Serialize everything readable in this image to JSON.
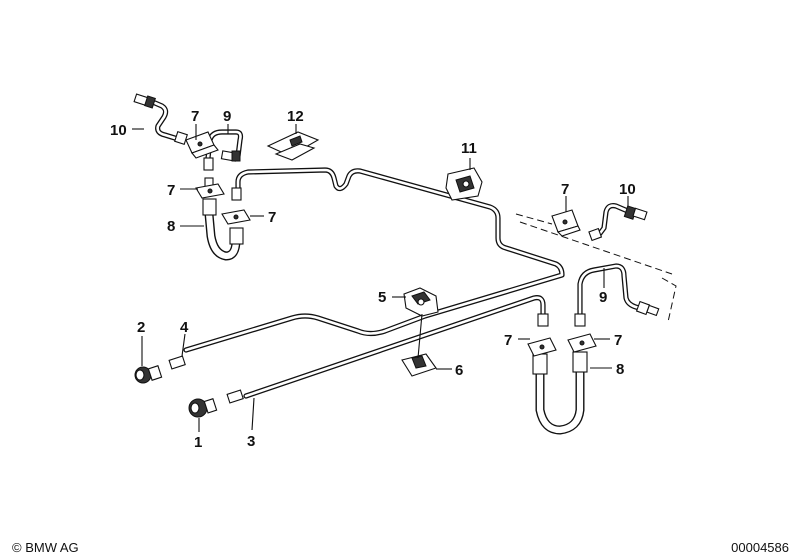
{
  "footer": {
    "copyright": "© BMW AG",
    "document_number": "00004586"
  },
  "callouts": [
    {
      "id": "c10a",
      "text": "10"
    },
    {
      "id": "c7a",
      "text": "7"
    },
    {
      "id": "c9a",
      "text": "9"
    },
    {
      "id": "c12",
      "text": "12"
    },
    {
      "id": "c11",
      "text": "11"
    },
    {
      "id": "c7b",
      "text": "7"
    },
    {
      "id": "c8a",
      "text": "8"
    },
    {
      "id": "c7c",
      "text": "7"
    },
    {
      "id": "c7d",
      "text": "7"
    },
    {
      "id": "c10b",
      "text": "10"
    },
    {
      "id": "c9b",
      "text": "9"
    },
    {
      "id": "c5",
      "text": "5"
    },
    {
      "id": "c2",
      "text": "2"
    },
    {
      "id": "c4",
      "text": "4"
    },
    {
      "id": "c6",
      "text": "6"
    },
    {
      "id": "c7e",
      "text": "7"
    },
    {
      "id": "c7f",
      "text": "7"
    },
    {
      "id": "c8b",
      "text": "8"
    },
    {
      "id": "c1",
      "text": "1"
    },
    {
      "id": "c3",
      "text": "3"
    }
  ]
}
